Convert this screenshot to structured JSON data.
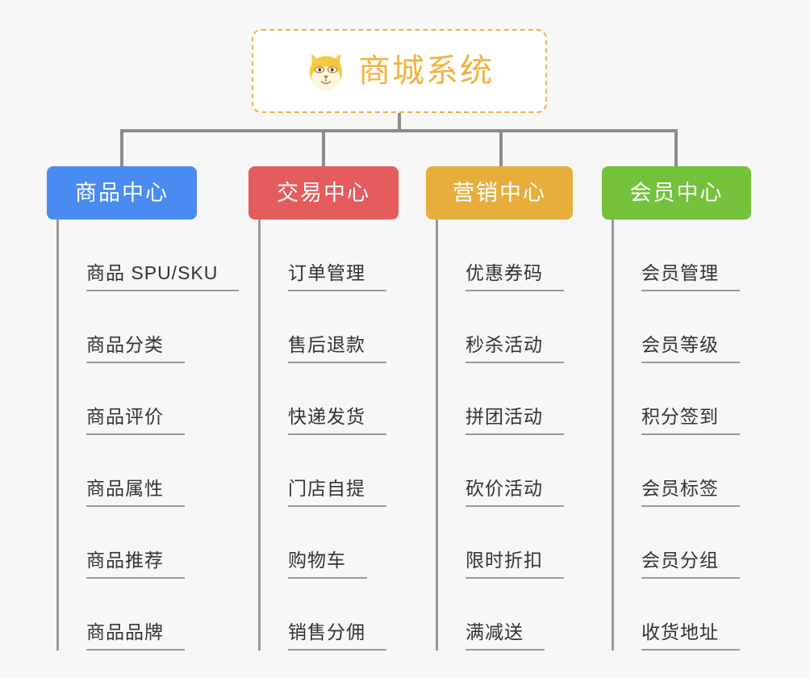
{
  "page": {
    "background_color": "#f7f7f7",
    "type": "org-chart"
  },
  "root": {
    "title": "商城系统",
    "icon": "shiba-dog-emoji",
    "text_color": "#f0b341",
    "border_color": "#f0b350",
    "border_style": "dashed",
    "background_color": "#ffffff"
  },
  "connector": {
    "color": "#8c8c8c"
  },
  "columns": [
    {
      "title": "商品中心",
      "color": "#4a8bf2",
      "text_color": "#ffffff",
      "items": [
        "商品 SPU/SKU",
        "商品分类",
        "商品评价",
        "商品属性",
        "商品推荐",
        "商品品牌"
      ]
    },
    {
      "title": "交易中心",
      "color": "#e55c5c",
      "text_color": "#ffffff",
      "items": [
        "订单管理",
        "售后退款",
        "快递发货",
        "门店自提",
        "购物车",
        "销售分佣"
      ]
    },
    {
      "title": "营销中心",
      "color": "#e8ae3c",
      "text_color": "#ffffff",
      "items": [
        "优惠券码",
        "秒杀活动",
        "拼团活动",
        "砍价活动",
        "限时折扣",
        "满减送"
      ]
    },
    {
      "title": "会员中心",
      "color": "#74c13c",
      "text_color": "#ffffff",
      "items": [
        "会员管理",
        "会员等级",
        "积分签到",
        "会员标签",
        "会员分组",
        "收货地址"
      ]
    }
  ]
}
